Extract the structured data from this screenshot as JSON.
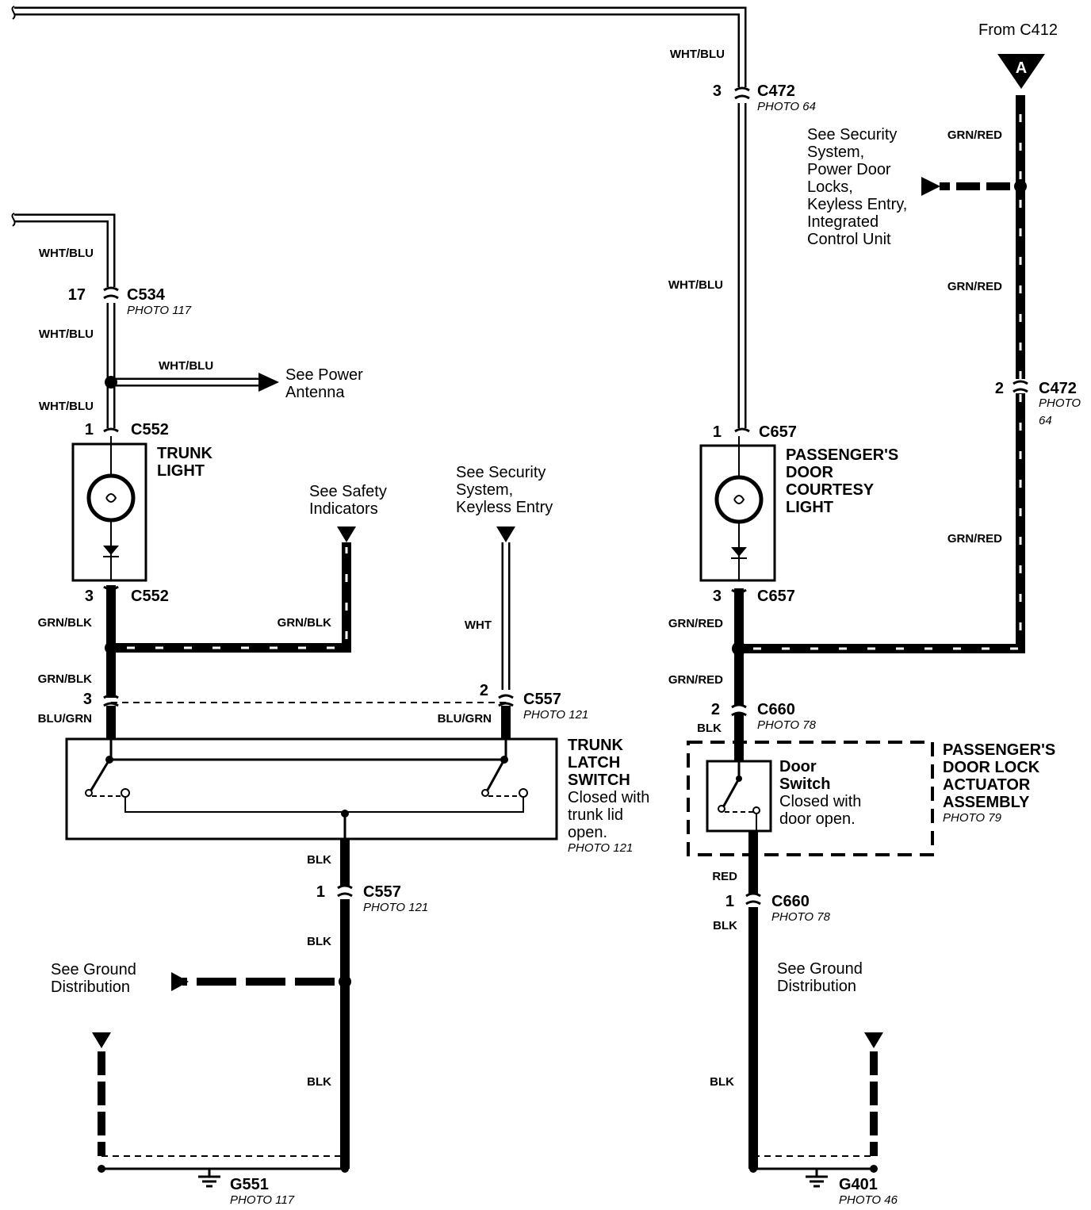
{
  "left_circuit": {
    "wire_top": "WHT/BLU",
    "wire_c534_below": "WHT/BLU",
    "wire_antenna": "WHT/BLU",
    "wire_c552_above": "WHT/BLU",
    "c534": {
      "pin": "17",
      "name": "C534",
      "photo": "PHOTO 117"
    },
    "antenna_note": [
      "See Power",
      "Antenna"
    ],
    "c552_top": {
      "pin": "1",
      "name": "C552"
    },
    "trunk_light": [
      "TRUNK",
      "LIGHT"
    ],
    "c552_bottom": {
      "pin": "3",
      "name": "C552"
    },
    "wire_grnblk_1": "GRN/BLK",
    "wire_grnblk_safety": "GRN/BLK",
    "wire_grnblk_2": "GRN/BLK",
    "safety_note": [
      "See Safety",
      "Indicators"
    ],
    "security_note": [
      "See Security",
      "System,",
      "Keyless Entry"
    ],
    "wire_wht": "WHT",
    "c557_left_pin": "3",
    "c557_right": {
      "pin": "2",
      "name": "C557",
      "photo": "PHOTO 121"
    },
    "wire_blugrn_left": "BLU/GRN",
    "wire_blugrn_right": "BLU/GRN",
    "trunk_latch_switch": [
      "TRUNK",
      "LATCH",
      "SWITCH"
    ],
    "trunk_latch_desc": [
      "Closed with",
      "trunk lid",
      "open."
    ],
    "trunk_latch_photo": "PHOTO 121",
    "wire_blk_1": "BLK",
    "c557_bottom": {
      "pin": "1",
      "name": "C557",
      "photo": "PHOTO 121"
    },
    "wire_blk_2": "BLK",
    "ground_note": [
      "See Ground",
      "Distribution"
    ],
    "wire_blk_3": "BLK",
    "g551": {
      "name": "G551",
      "photo": "PHOTO 117"
    }
  },
  "right_circuit": {
    "wire_top": "WHT/BLU",
    "c472_top": {
      "pin": "3",
      "name": "C472",
      "photo": "PHOTO 64"
    },
    "wire_mid": "WHT/BLU",
    "c657_top": {
      "pin": "1",
      "name": "C657"
    },
    "courtesy_light": [
      "PASSENGER'S",
      "DOOR",
      "COURTESY",
      "LIGHT"
    ],
    "c657_bottom": {
      "pin": "3",
      "name": "C657"
    },
    "wire_grnred_1": "GRN/RED",
    "wire_grnred_2": "GRN/RED",
    "c660_top": {
      "pin": "2",
      "name": "C660",
      "photo": "PHOTO 78"
    },
    "wire_blk_switch": "BLK",
    "door_switch": [
      "Door",
      "Switch"
    ],
    "door_switch_desc": [
      "Closed with",
      "door open."
    ],
    "actuator": [
      "PASSENGER'S",
      "DOOR LOCK",
      "ACTUATOR",
      "ASSEMBLY"
    ],
    "actuator_photo": "PHOTO 79",
    "wire_red": "RED",
    "c660_bottom": {
      "pin": "1",
      "name": "C660",
      "photo": "PHOTO 78"
    },
    "wire_blk_1": "BLK",
    "ground_note": [
      "See Ground",
      "Distribution"
    ],
    "wire_blk_2": "BLK",
    "g401": {
      "name": "G401",
      "photo": "PHOTO 46"
    }
  },
  "far_right": {
    "from_label": "From C412",
    "terminal": "A",
    "wire_grnred_1": "GRN/RED",
    "security_note": [
      "See Security",
      "System,",
      "Power Door",
      "Locks,",
      "Keyless Entry,",
      "Integrated",
      "Control Unit"
    ],
    "wire_grnred_2": "GRN/RED",
    "c472": {
      "pin": "2",
      "name": "C472",
      "photo": [
        "PHOTO",
        "64"
      ]
    },
    "wire_grnred_3": "GRN/RED"
  }
}
